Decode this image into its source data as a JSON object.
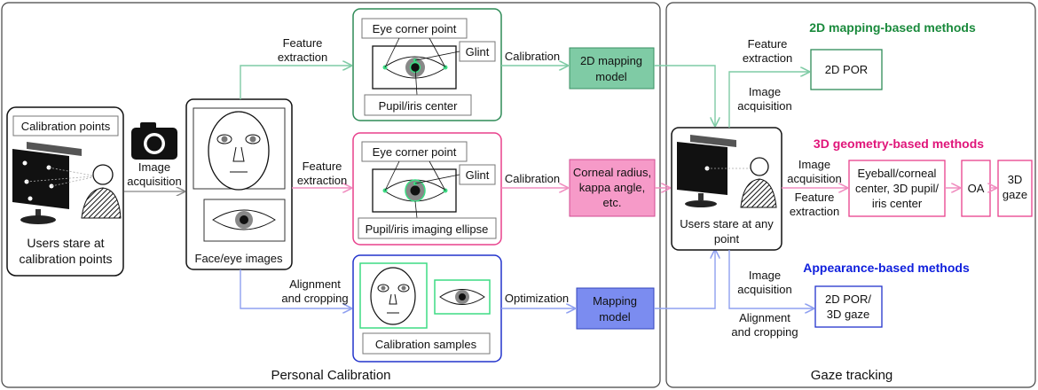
{
  "panels": {
    "left_title": "Personal Calibration",
    "right_title": "Gaze tracking"
  },
  "user_calibration": {
    "inset_label": "Calibration points",
    "caption_line1": "Users stare at",
    "caption_line2": "calibration points"
  },
  "acquisition": {
    "line1": "Image",
    "line2": "acquisition"
  },
  "face_eye": {
    "caption": "Face/eye images"
  },
  "branch_2d": {
    "arrow_line1": "Feature",
    "arrow_line2": "extraction",
    "eye_corner": "Eye corner point",
    "glint": "Glint",
    "pupil": "Pupil/iris center",
    "calib": "Calibration",
    "model_line1": "2D mapping",
    "model_line2": "model"
  },
  "branch_3d": {
    "arrow_line1": "Feature",
    "arrow_line2": "extraction",
    "eye_corner": "Eye corner point",
    "glint": "Glint",
    "pupil": "Pupil/iris imaging ellipse",
    "calib": "Calibration",
    "model_line1": "Corneal radius,",
    "model_line2": "kappa angle,",
    "model_line3": "etc."
  },
  "branch_app": {
    "arrow_line1": "Alignment",
    "arrow_line2": "and cropping",
    "samples": "Calibration samples",
    "optim": "Optimization",
    "model_line1": "Mapping",
    "model_line2": "model"
  },
  "gaze": {
    "user_line1": "Users stare at any",
    "user_line2": "point",
    "title_2d": "2D mapping-based methods",
    "title_3d": "3D geometry-based methods",
    "title_app": "Appearance-based methods",
    "fe_line1": "Feature",
    "fe_line2": "extraction",
    "ia_line1": "Image",
    "ia_line2": "acquisition",
    "out_2d": "2D POR",
    "ia3_line1": "Image",
    "ia3_line2": "acquisition",
    "fe3_line1": "Feature",
    "fe3_line2": "extraction",
    "eyeball_line1": "Eyeball/corneal",
    "eyeball_line2": "center, 3D pupil/",
    "eyeball_line3": "iris center",
    "oa": "OA",
    "gaze3d_line1": "3D",
    "gaze3d_line2": "gaze",
    "iab_line1": "Image",
    "iab_line2": "acquisition",
    "ac_line1": "Alignment",
    "ac_line2": "and cropping",
    "out_app_line1": "2D POR/",
    "out_app_line2": "3D gaze"
  },
  "colors": {
    "green": "#2e8b57",
    "green_fill": "#7fcba5",
    "pink": "#e8408c",
    "pink_fill": "#f69ac8",
    "blue": "#2233cc",
    "blue_fill": "#7b8cf0",
    "green_title": "#1a8a3c",
    "pink_title": "#e0157a",
    "blue_title": "#1020dd"
  }
}
